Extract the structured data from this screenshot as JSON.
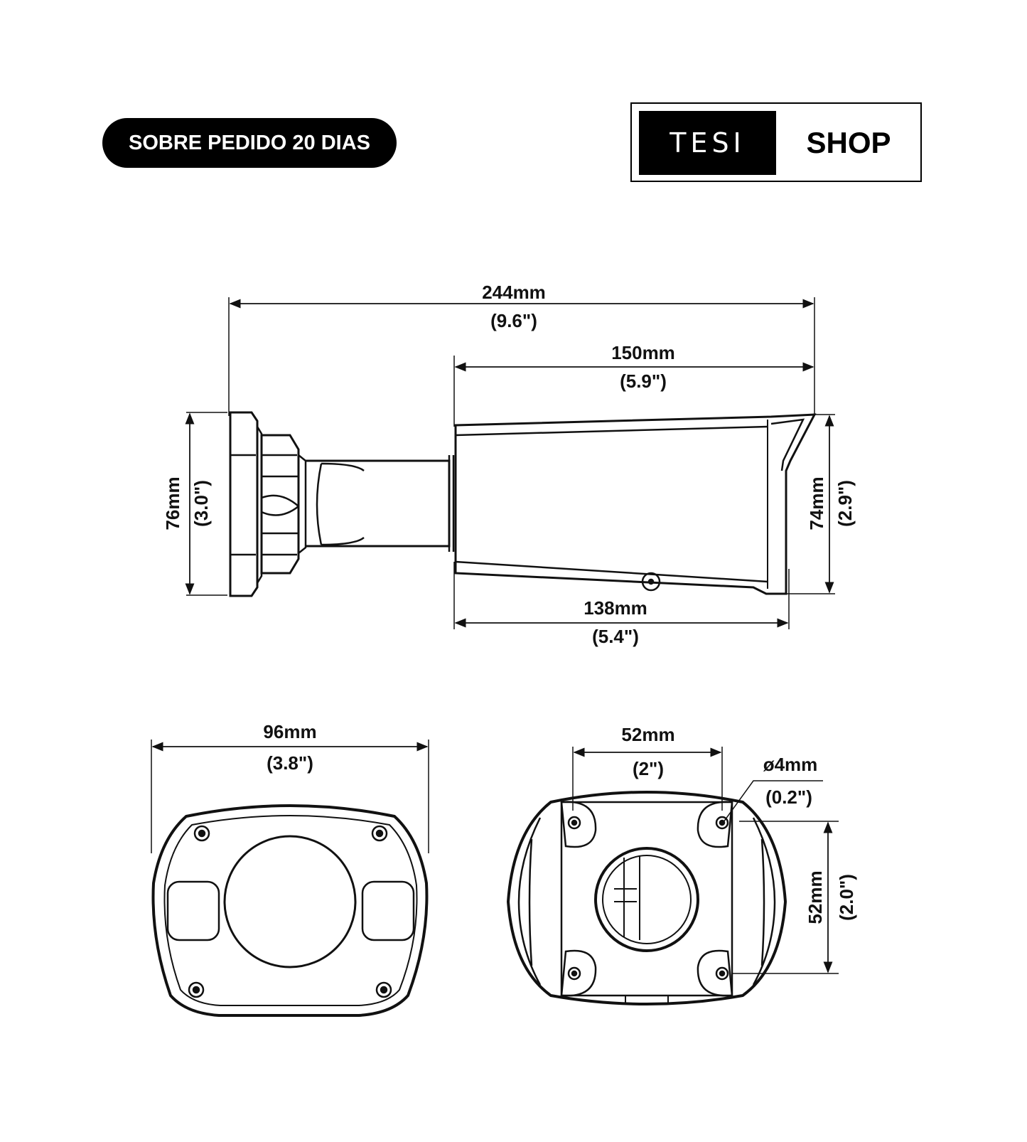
{
  "badge": {
    "text": "SOBRE PEDIDO 20 DIAS"
  },
  "logo": {
    "left": "TESI",
    "right": "SHOP"
  },
  "dimensions": {
    "total_length": {
      "mm": "244mm",
      "inch": "(9.6\")"
    },
    "housing_length": {
      "mm": "150mm",
      "inch": "(5.9\")"
    },
    "housing_bottom_length": {
      "mm": "138mm",
      "inch": "(5.4\")"
    },
    "mount_height": {
      "mm": "76mm",
      "inch": "(3.0\")"
    },
    "housing_height": {
      "mm": "74mm",
      "inch": "(2.9\")"
    },
    "front_width": {
      "mm": "96mm",
      "inch": "(3.8\")"
    },
    "hole_spacing_horizontal": {
      "mm": "52mm",
      "inch": "(2\")"
    },
    "hole_diameter": {
      "mm": "ø4mm",
      "inch": "(0.2\")"
    },
    "hole_spacing_vertical": {
      "mm": "52mm",
      "inch": "(2.0\")"
    }
  },
  "colors": {
    "ink": "#111111",
    "background": "#ffffff"
  }
}
